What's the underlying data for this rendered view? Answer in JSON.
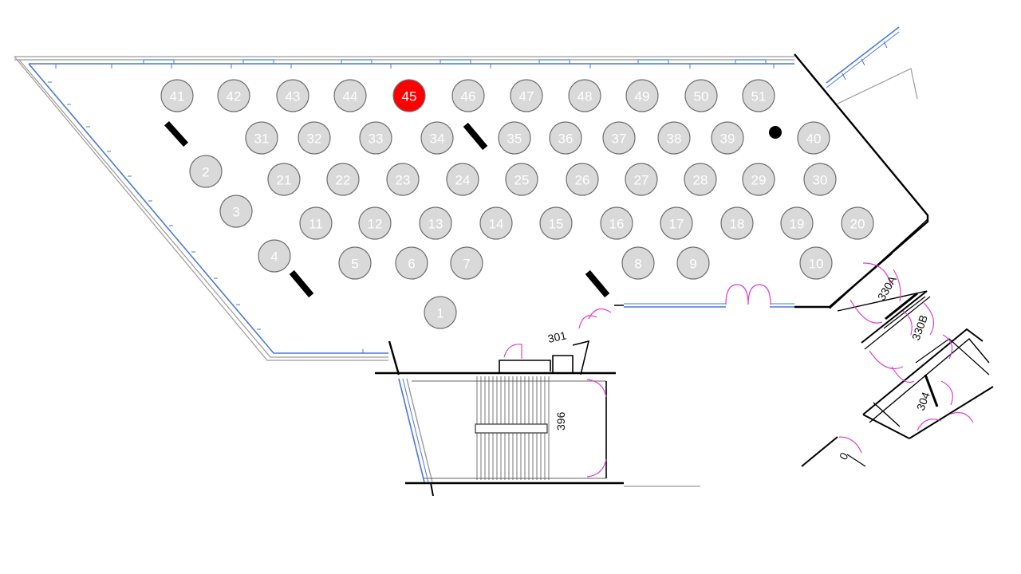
{
  "colors": {
    "seat_available": "#d9d9d9",
    "seat_selected": "#ff0000",
    "wall_blue": "#4a78d6",
    "door_pink": "#e040d0",
    "structure": "#000000"
  },
  "selected_seat": "45",
  "rooms": {
    "room_301": "301",
    "room_396": "396",
    "room_330a": "330A",
    "room_330b": "330B",
    "room_304": "304",
    "room_partial": "0"
  },
  "seats": [
    {
      "label": "1"
    },
    {
      "label": "2"
    },
    {
      "label": "3"
    },
    {
      "label": "4"
    },
    {
      "label": "5"
    },
    {
      "label": "6"
    },
    {
      "label": "7"
    },
    {
      "label": "8"
    },
    {
      "label": "9"
    },
    {
      "label": "10"
    },
    {
      "label": "11"
    },
    {
      "label": "12"
    },
    {
      "label": "13"
    },
    {
      "label": "14"
    },
    {
      "label": "15"
    },
    {
      "label": "16"
    },
    {
      "label": "17"
    },
    {
      "label": "18"
    },
    {
      "label": "19"
    },
    {
      "label": "20"
    },
    {
      "label": "21"
    },
    {
      "label": "22"
    },
    {
      "label": "23"
    },
    {
      "label": "24"
    },
    {
      "label": "25"
    },
    {
      "label": "26"
    },
    {
      "label": "27"
    },
    {
      "label": "28"
    },
    {
      "label": "29"
    },
    {
      "label": "30"
    },
    {
      "label": "31"
    },
    {
      "label": "32"
    },
    {
      "label": "33"
    },
    {
      "label": "34"
    },
    {
      "label": "35"
    },
    {
      "label": "36"
    },
    {
      "label": "37"
    },
    {
      "label": "38"
    },
    {
      "label": "39"
    },
    {
      "label": "40"
    },
    {
      "label": "41"
    },
    {
      "label": "42"
    },
    {
      "label": "43"
    },
    {
      "label": "44"
    },
    {
      "label": "45"
    },
    {
      "label": "46"
    },
    {
      "label": "47"
    },
    {
      "label": "48"
    },
    {
      "label": "49"
    },
    {
      "label": "50"
    },
    {
      "label": "51"
    }
  ]
}
